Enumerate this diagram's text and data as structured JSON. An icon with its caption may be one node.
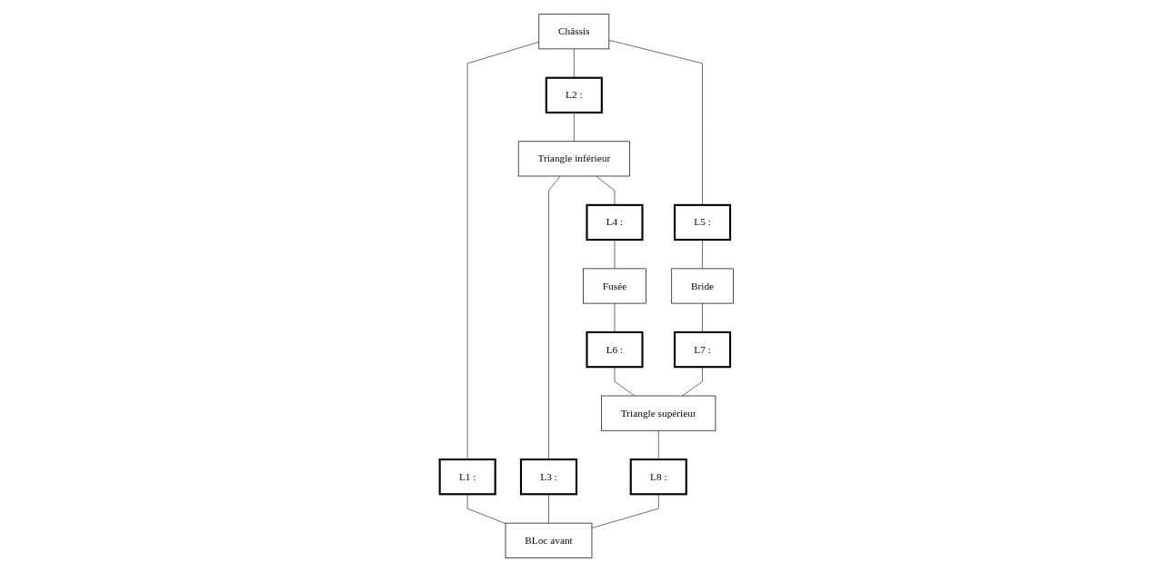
{
  "diagram": {
    "nodes": [
      {
        "text": [
          "L1 :"
        ]
      },
      {
        "text": [
          "Châssis"
        ]
      },
      {
        "text": [
          "L2 :"
        ]
      },
      {
        "text": [
          "Triangle inférieur"
        ]
      },
      {
        "text": [
          "L3 :"
        ]
      },
      {
        "text": [
          "BLoc avant"
        ]
      },
      {
        "text": [
          "L4 :"
        ]
      },
      {
        "text": [
          "L5 :"
        ]
      },
      {
        "text": [
          "Fusée"
        ]
      },
      {
        "text": [
          "L6 :"
        ]
      },
      {
        "text": [
          "Bride"
        ]
      },
      {
        "text": [
          "L7 :"
        ]
      },
      {
        "text": [
          "Triangle supérieur"
        ]
      },
      {
        "text": [
          "L8 :"
        ]
      }
    ],
    "edges": [
      {
        "from": 1,
        "to": 0,
        "arrow": "none"
      },
      {
        "from": 0,
        "to": 5,
        "arrow": "none"
      },
      {
        "from": 1,
        "to": 2,
        "arrow": "none"
      },
      {
        "from": 2,
        "to": 3,
        "arrow": "none"
      },
      {
        "from": 3,
        "to": 4,
        "arrow": "none"
      },
      {
        "from": 4,
        "to": 5,
        "arrow": "none"
      },
      {
        "from": 3,
        "to": 6,
        "arrow": "none"
      },
      {
        "from": 6,
        "to": 8,
        "arrow": "none"
      },
      {
        "from": 1,
        "to": 7,
        "arrow": "none"
      },
      {
        "from": 7,
        "to": 10,
        "arrow": "none"
      },
      {
        "from": 8,
        "to": 9,
        "arrow": "none"
      },
      {
        "from": 9,
        "to": 12,
        "arrow": "none"
      },
      {
        "from": 10,
        "to": 11,
        "arrow": "none"
      },
      {
        "from": 11,
        "to": 12,
        "arrow": "none"
      },
      {
        "from": 12,
        "to": 13,
        "arrow": "none"
      },
      {
        "from": 13,
        "to": 5,
        "arrow": "none"
      }
    ]
  }
}
